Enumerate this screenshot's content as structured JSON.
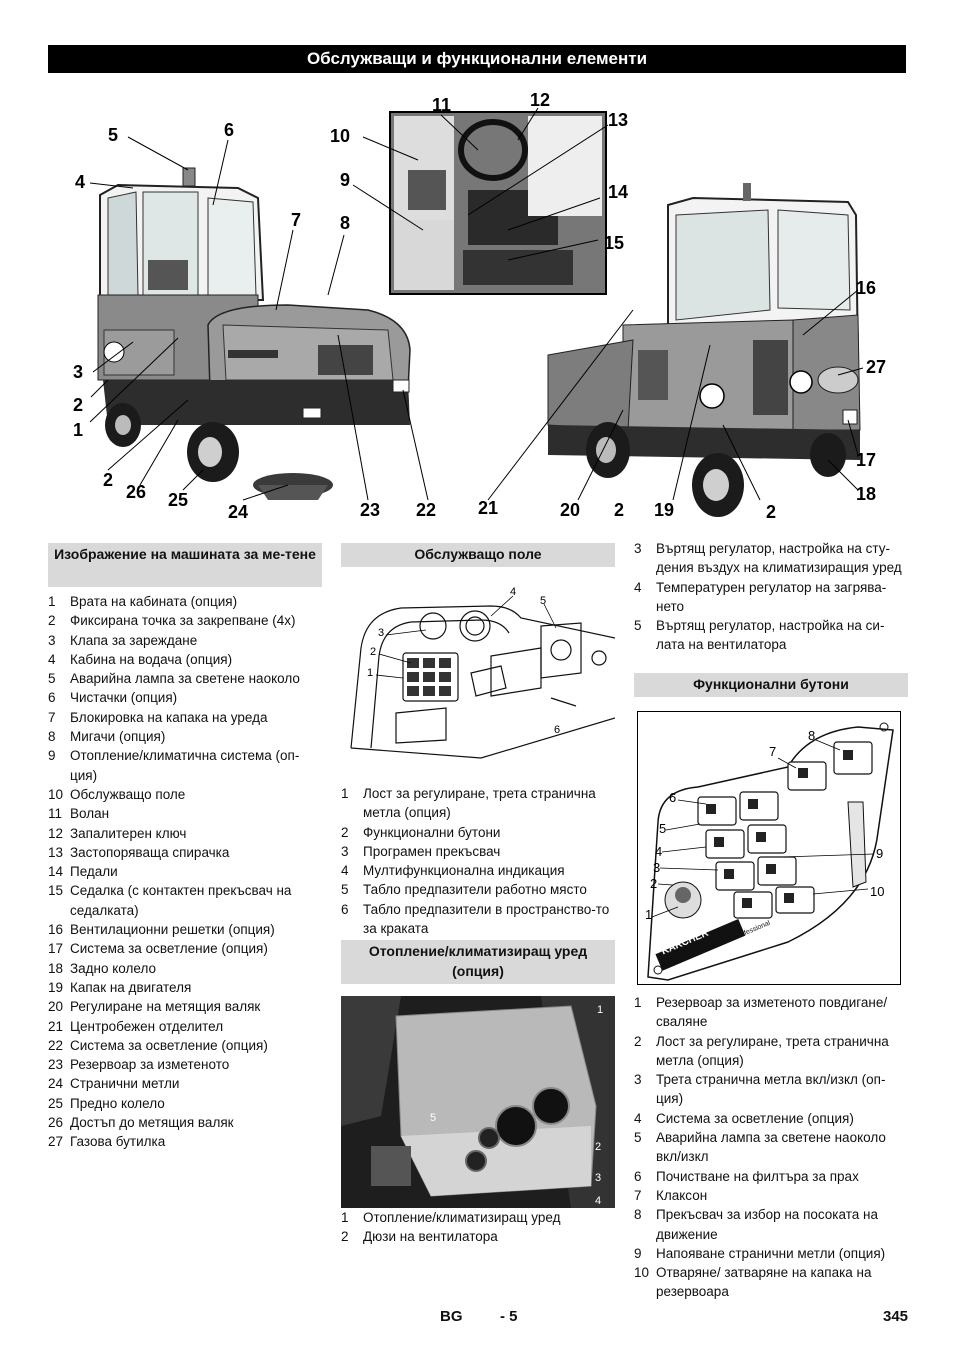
{
  "header": {
    "title": "Обслужващи и функционални елементи"
  },
  "main_figure": {
    "callouts": [
      "1",
      "2",
      "2",
      "3",
      "4",
      "5",
      "6",
      "7",
      "8",
      "9",
      "10",
      "11",
      "12",
      "13",
      "14",
      "15",
      "16",
      "27",
      "17",
      "18",
      "19",
      "2",
      "20",
      "21",
      "22",
      "23",
      "24",
      "25",
      "26"
    ]
  },
  "machine_section": {
    "heading": "Изображение на машината за ме-тене",
    "items": [
      {
        "num": "1",
        "text": "Врата на кабината (опция)"
      },
      {
        "num": "2",
        "text": "Фиксирана точка за закрепване (4x)"
      },
      {
        "num": "3",
        "text": "Клапа за зареждане"
      },
      {
        "num": "4",
        "text": "Кабина на водача (опция)"
      },
      {
        "num": "5",
        "text": "Аварийна лампа за светене наоколо"
      },
      {
        "num": "6",
        "text": "Чистачки (опция)"
      },
      {
        "num": "7",
        "text": "Блокировка на капака на уреда"
      },
      {
        "num": "8",
        "text": "Мигачи (опция)"
      },
      {
        "num": "9",
        "text": "Отопление/климатична система (оп-ция)"
      },
      {
        "num": "10",
        "text": "Обслужващо поле"
      },
      {
        "num": "11",
        "text": "Волан"
      },
      {
        "num": "12",
        "text": "Запалитерен ключ"
      },
      {
        "num": "13",
        "text": "Застопоряваща спирачка"
      },
      {
        "num": "14",
        "text": "Педали"
      },
      {
        "num": "15",
        "text": "Седалка (с контактен прекъсвач на седалката)"
      },
      {
        "num": "16",
        "text": "Вентилационни решетки (опция)"
      },
      {
        "num": "17",
        "text": "Система за осветление (опция)"
      },
      {
        "num": "18",
        "text": "Задно колело"
      },
      {
        "num": "19",
        "text": "Капак на двигателя"
      },
      {
        "num": "20",
        "text": "Регулиране на метящия валяк"
      },
      {
        "num": "21",
        "text": "Центробежен отделител"
      },
      {
        "num": "22",
        "text": "Система за осветление (опция)"
      },
      {
        "num": "23",
        "text": "Резервоар за изметеното"
      },
      {
        "num": "24",
        "text": "Странични метли"
      },
      {
        "num": "25",
        "text": "Предно колело"
      },
      {
        "num": "26",
        "text": "Достъп до метящия валяк"
      },
      {
        "num": "27",
        "text": "Газова бутилка"
      }
    ]
  },
  "control_panel": {
    "heading": "Обслужващо поле",
    "items": [
      {
        "num": "1",
        "text": "Лост за регулиране, трета странична метла (опция)"
      },
      {
        "num": "2",
        "text": "Функционални бутони"
      },
      {
        "num": "3",
        "text": "Програмен прекъсвач"
      },
      {
        "num": "4",
        "text": "Мултифункционална индикация"
      },
      {
        "num": "5",
        "text": "Табло предпазители работно място"
      },
      {
        "num": "6",
        "text": "Табло предпазители в пространство-то за краката"
      }
    ]
  },
  "heating": {
    "heading": "Отопление/климатизиращ уред (опция)",
    "items": [
      {
        "num": "1",
        "text": "Отопление/климатизиращ уред"
      },
      {
        "num": "2",
        "text": "Дюзи на вентилатора"
      },
      {
        "num": "3",
        "text": "Въртящ регулатор, настройка на сту-дения въздух на климатизиращия уред"
      },
      {
        "num": "4",
        "text": "Температурен регулатор на загрява-нето"
      },
      {
        "num": "5",
        "text": "Въртящ регулатор, настройка на си-лата на вентилатора"
      }
    ]
  },
  "function_buttons": {
    "heading": "Функционални бутони",
    "panel_brand": "KÄRCHER",
    "panel_sub": "Professional",
    "items": [
      {
        "num": "1",
        "text": "Резервоар за изметеното повдигане/ сваляне"
      },
      {
        "num": "2",
        "text": "Лост за регулиране, трета странична метла (опция)"
      },
      {
        "num": "3",
        "text": "Трета странична метла вкл/изкл (оп-ция)"
      },
      {
        "num": "4",
        "text": "Система за осветление (опция)"
      },
      {
        "num": "5",
        "text": "Аварийна лампа за светене наоколо вкл/изкл"
      },
      {
        "num": "6",
        "text": "Почистване на филтъра за прах"
      },
      {
        "num": "7",
        "text": "Клаксон"
      },
      {
        "num": "8",
        "text": "Прекъсвач за избор на посоката на движение"
      },
      {
        "num": "9",
        "text": "Напояване странични метли (опция)"
      },
      {
        "num": "10",
        "text": "Отваряне/ затваряне на капака на резервоара"
      }
    ]
  },
  "footer": {
    "lang": "BG",
    "page_local": "- 5",
    "page_global": "345"
  }
}
